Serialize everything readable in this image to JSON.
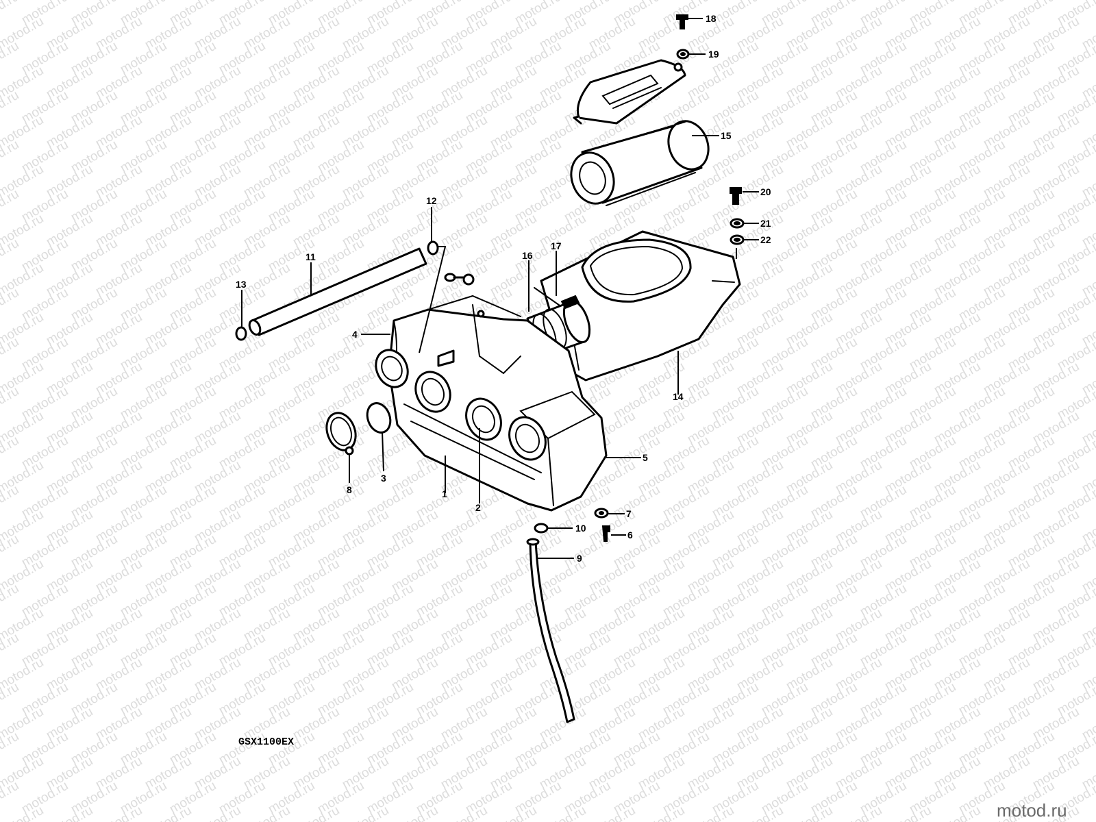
{
  "watermark": "motod.ru",
  "model_code": "GSX1100EX",
  "logo_text": "motod.ru",
  "callouts": [
    "1",
    "2",
    "3",
    "4",
    "5",
    "6",
    "7",
    "8",
    "9",
    "10",
    "11",
    "12",
    "13",
    "14",
    "15",
    "16",
    "17",
    "18",
    "19",
    "20",
    "21",
    "22"
  ]
}
